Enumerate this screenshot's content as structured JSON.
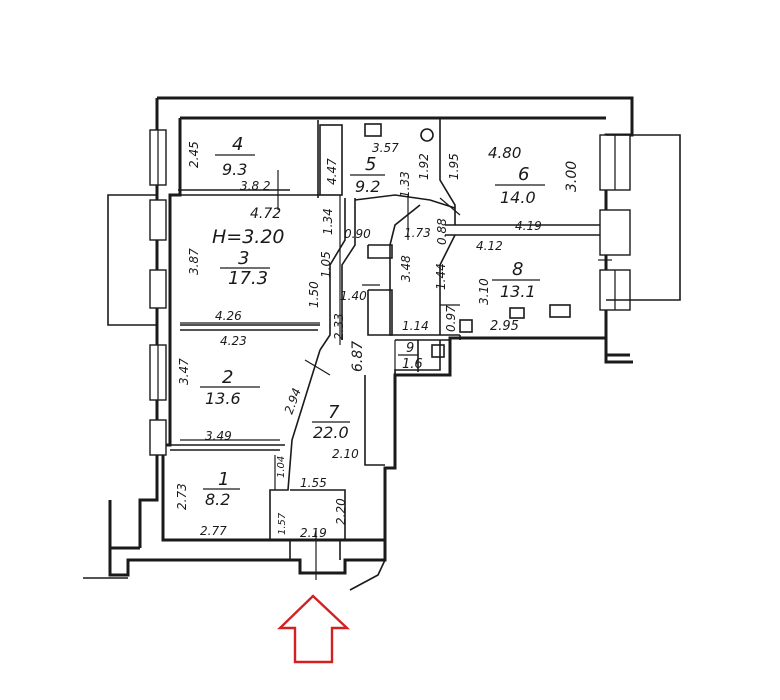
{
  "plan": {
    "ceiling_height": "H=3.20",
    "rooms": [
      {
        "id": "room-4",
        "number": "4",
        "area": "9.3",
        "dims": [
          "2.45",
          "3.8 2"
        ]
      },
      {
        "id": "room-5",
        "number": "5",
        "area": "9.2",
        "dims": [
          "3.57",
          "4.47",
          "1.92"
        ]
      },
      {
        "id": "room-6",
        "number": "6",
        "area": "14.0",
        "dims": [
          "4.80",
          "3.00",
          "4.19",
          "1.95"
        ]
      },
      {
        "id": "room-3",
        "number": "3",
        "area": "17.3",
        "dims": [
          "4.72",
          "3.87",
          "1.34",
          "1.05",
          "1.50",
          "4.26"
        ]
      },
      {
        "id": "room-8",
        "number": "8",
        "area": "13.1",
        "dims": [
          "4.12",
          "3.10",
          "2.95",
          "0.97",
          "1.44"
        ]
      },
      {
        "id": "room-2",
        "number": "2",
        "area": "13.6",
        "dims": [
          "4.23",
          "3.47",
          "2.94",
          "3.49"
        ]
      },
      {
        "id": "room-7",
        "number": "7",
        "area": "22.0",
        "dims": [
          "6.87",
          "2.33",
          "2.10",
          "1.40",
          "3.48",
          "1.73",
          "1.33",
          "0.88",
          "0.90"
        ]
      },
      {
        "id": "room-9",
        "number": "9",
        "area": "1.6",
        "dims": [
          "1.14"
        ]
      },
      {
        "id": "room-1",
        "number": "1",
        "area": "8.2",
        "dims": [
          "2.73",
          "2.77",
          "1.04"
        ]
      },
      {
        "id": "room-vestibule",
        "number": "",
        "area": "",
        "dims": [
          "1.55",
          "2.20",
          "1.57",
          "2.19"
        ]
      }
    ]
  }
}
